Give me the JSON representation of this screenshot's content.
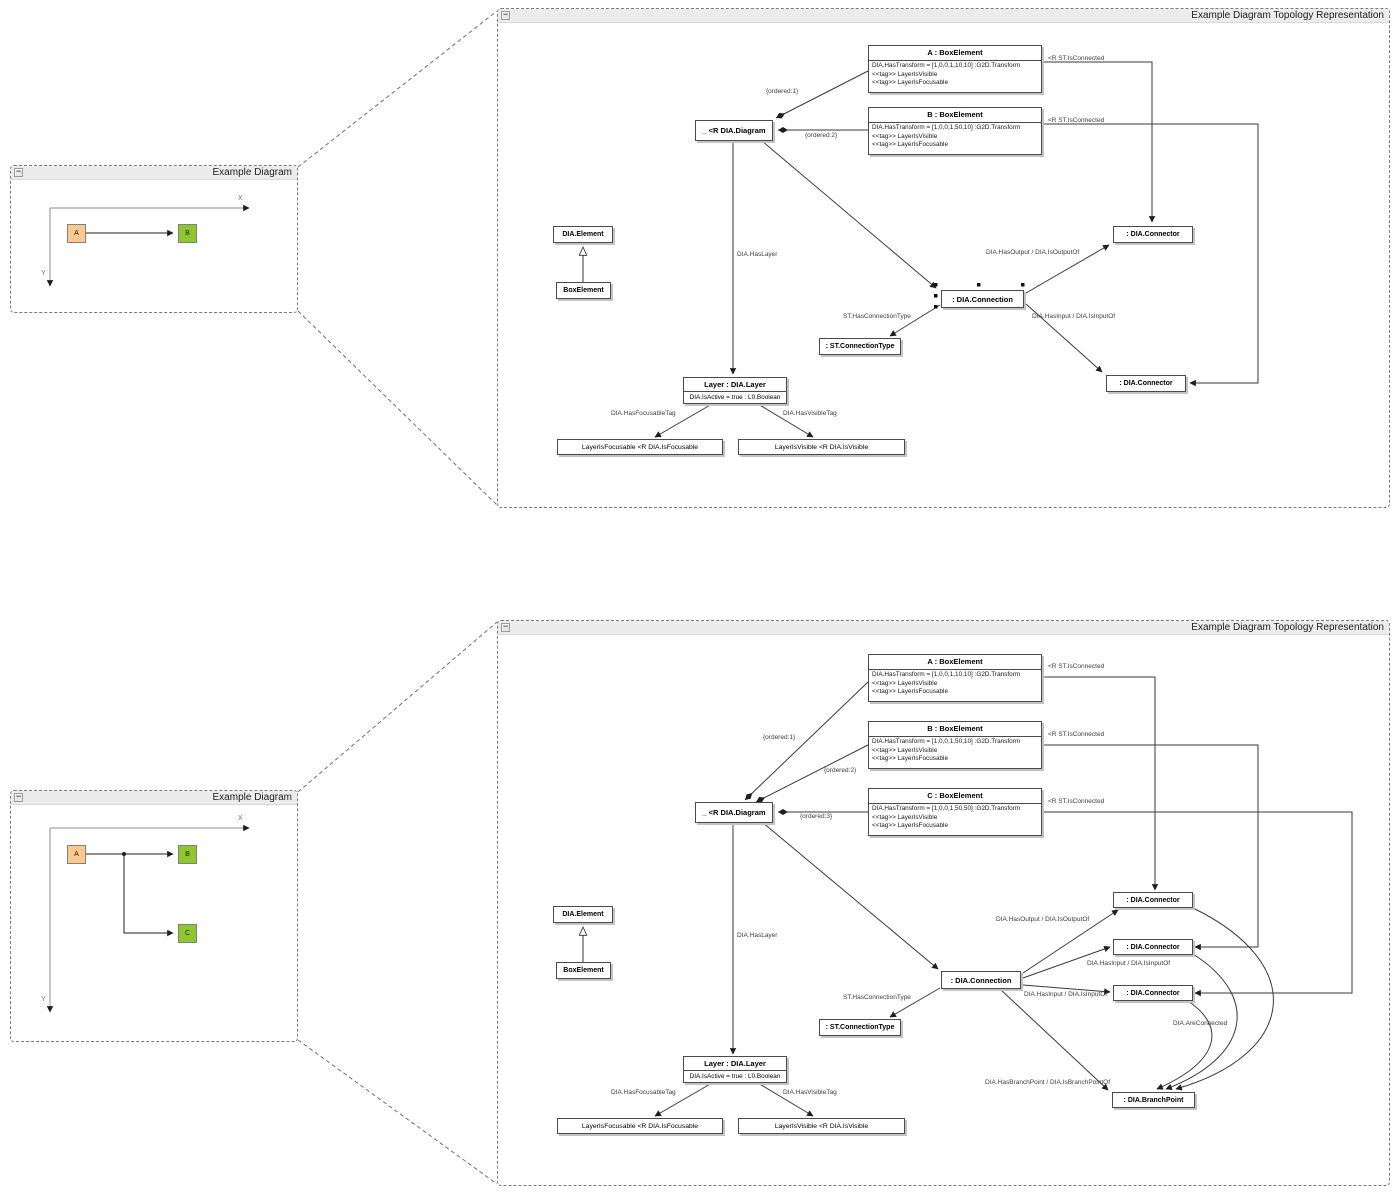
{
  "colors": {
    "titlebar": "#ECECEC",
    "node_a_fill": "#F9C98F",
    "node_bc_fill": "#8FC72E",
    "edge_line": "#3A3A3A"
  },
  "icons": {
    "minimize": "−"
  },
  "windows": {
    "example": "Example Diagram",
    "topology": "Example Diagram Topology Representation"
  },
  "mini": {
    "axis_x": "X",
    "axis_y": "Y",
    "node_a": "A",
    "node_b": "B",
    "node_c": "C"
  },
  "nodes": {
    "diagram": "_ <R DIA.Diagram",
    "box_a": {
      "title": "A : BoxElement",
      "attrs": [
        "DIA.HasTransform = [1,0,0,1,10,10] :G2D.Transform",
        "<<tag>> LayerIsVisible",
        "<<tag>> LayerIsFocusable"
      ]
    },
    "box_b": {
      "title": "B : BoxElement",
      "attrs": [
        "DIA.HasTransform = [1,0,0,1,50,10] :G2D.Transform",
        "<<tag>> LayerIsVisible",
        "<<tag>> LayerIsFocusable"
      ]
    },
    "box_c": {
      "title": "C : BoxElement",
      "attrs": [
        "DIA.HasTransform = [1,0,0,1,50,50] :G2D.Transform",
        "<<tag>> LayerIsVisible",
        "<<tag>> LayerIsFocusable"
      ]
    },
    "dia_element": "DIA.Element",
    "box_element": "BoxElement",
    "layer": {
      "title": "Layer : DIA.Layer",
      "attr": "DIA.IsActive = true : L0.Boolean"
    },
    "focusable_tag": "LayerIsFocusable <R DIA.IsFocusable",
    "visible_tag": "LayerIsVisible <R DIA.IsVisible",
    "connection": ": DIA.Connection",
    "connector": ": DIA.Connector",
    "connection_type": ": ST.ConnectionType",
    "branch_point": ": DIA.BranchPoint"
  },
  "labels": {
    "ordered1": "{ordered:1}",
    "ordered2": "{ordered:2}",
    "ordered3": "{ordered:3}",
    "is_connected": "<R ST.IsConnected",
    "has_layer": "DIA.HasLayer",
    "has_output": "DIA.HasOutput / DIA.IsOutputOf",
    "has_input": "DIA.HasInput / DIA.IsInputOf",
    "has_connection_type": "ST.HasConnectionType",
    "has_focusable_tag": "DIA.HasFocusableTag",
    "has_visible_tag": "DIA.HasVisibleTag",
    "has_branch_point": "DIA.HasBranchPoint / DIA.IsBranchPointOf",
    "are_connected": "DIA.AreConnected"
  }
}
